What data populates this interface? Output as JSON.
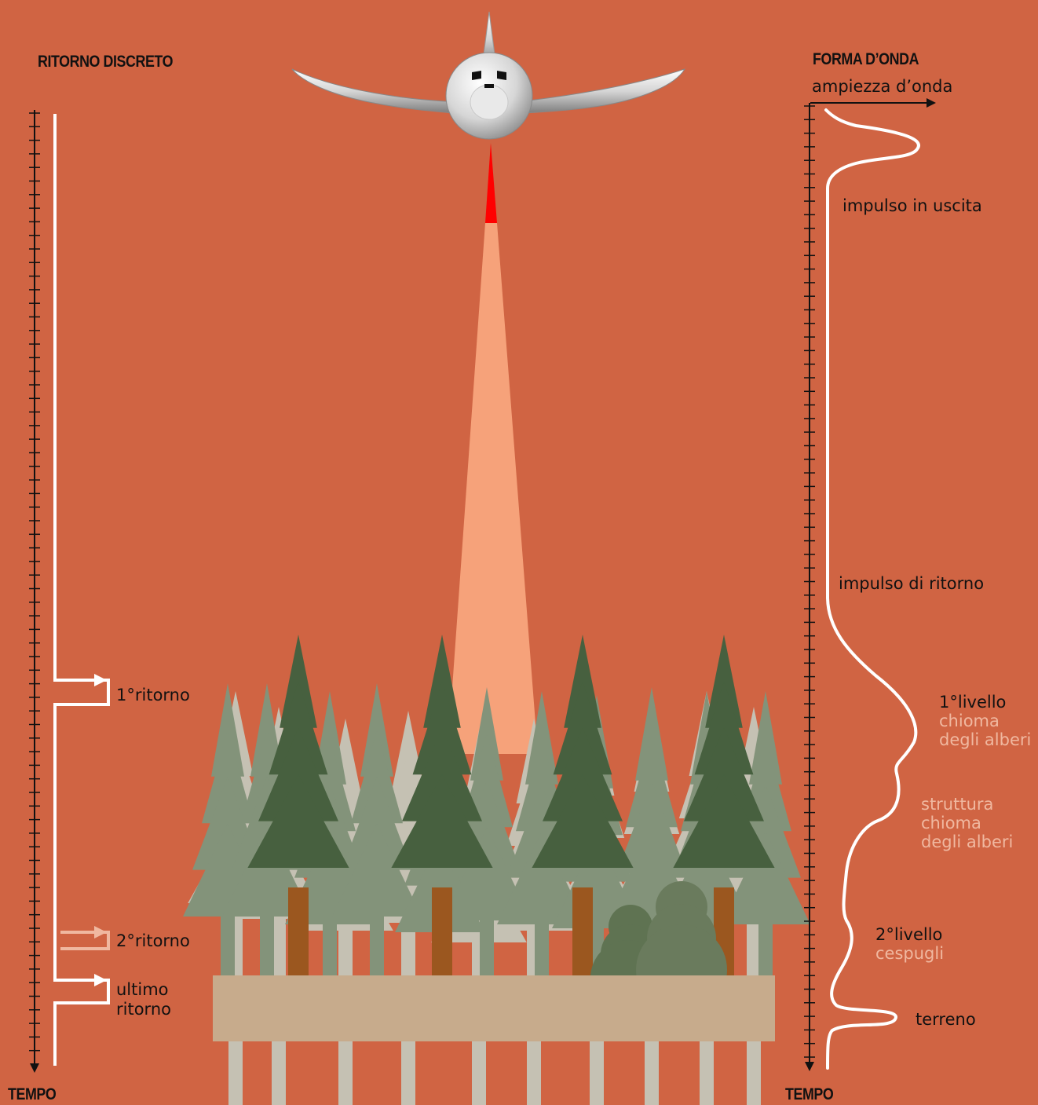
{
  "left_panel": {
    "title": "RITORNO DISCRETO",
    "axis_label": "TEMPO",
    "returns": {
      "first": "1°ritorno",
      "second": "2°ritorno",
      "last_line1": "ultimo",
      "last_line2": "ritorno"
    }
  },
  "right_panel": {
    "title": "FORMA D’ONDA",
    "amplitude_label": "ampiezza d’onda",
    "axis_label": "TEMPO",
    "labels": {
      "outgoing_pulse": "impulso in uscita",
      "return_pulse": "impulso di ritorno",
      "level1": "1°livello",
      "level1_sub1": "chioma",
      "level1_sub2": "degli alberi",
      "structure_1": "struttura",
      "structure_2": "chioma",
      "structure_3": "degli alberi",
      "level2": "2°livello",
      "level2_sub": "cespugli",
      "ground": "terreno"
    }
  },
  "colors": {
    "background": "#d06443",
    "beam": "#f6a27a",
    "laser": "#ff0000",
    "dark_tree": "#47603f",
    "mid_tree": "#83937a",
    "light_tree": "#c5c1b3",
    "ground": "#c7ab8c",
    "trunk": "#9b571f",
    "second_return": "#f0b8a0"
  }
}
